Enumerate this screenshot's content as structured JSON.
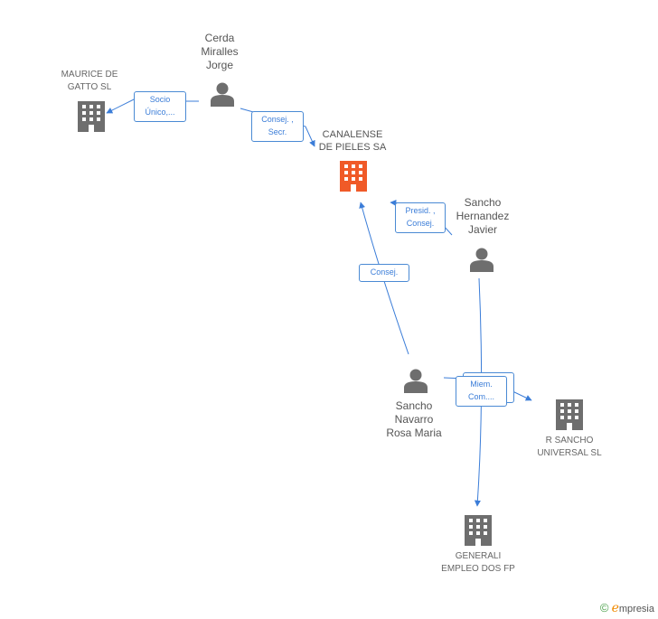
{
  "nodes": {
    "cerda": {
      "label": "Cerda\nMiralles\nJorge",
      "type": "person"
    },
    "maurice": {
      "label": "MAURICE DE\nGATTO  SL",
      "type": "company"
    },
    "canalense": {
      "label": "CANALENSE\nDE PIELES SA",
      "type": "company",
      "highlight": true
    },
    "sancho_hernandez": {
      "label": "Sancho\nHernandez\nJavier",
      "type": "person"
    },
    "sancho_navarro": {
      "label": "Sancho\nNavarro\nRosa Maria",
      "type": "person"
    },
    "r_sancho": {
      "label": "R SANCHO\nUNIVERSAL SL",
      "type": "company"
    },
    "generali": {
      "label": "GENERALI\nEMPLEO DOS FP",
      "type": "company"
    }
  },
  "edges": {
    "cerda_maurice": {
      "label": "Socio\nÚnico,..."
    },
    "cerda_canalense": {
      "label": "Consej. ,\nSecr."
    },
    "hernandez_canalense": {
      "label": "Presid. ,\nConsej."
    },
    "navarro_canalense": {
      "label": "Consej."
    },
    "navarro_rsancho": {
      "label": "Miem.\nCom...."
    }
  },
  "colors": {
    "edge": "#3b7dd8",
    "person_icon": "#6e6e6e",
    "company_icon": "#6e6e6e",
    "highlight_icon": "#f05a28"
  },
  "watermark": {
    "symbol": "©",
    "brand_initial": "e",
    "brand_rest": "mpresia"
  }
}
